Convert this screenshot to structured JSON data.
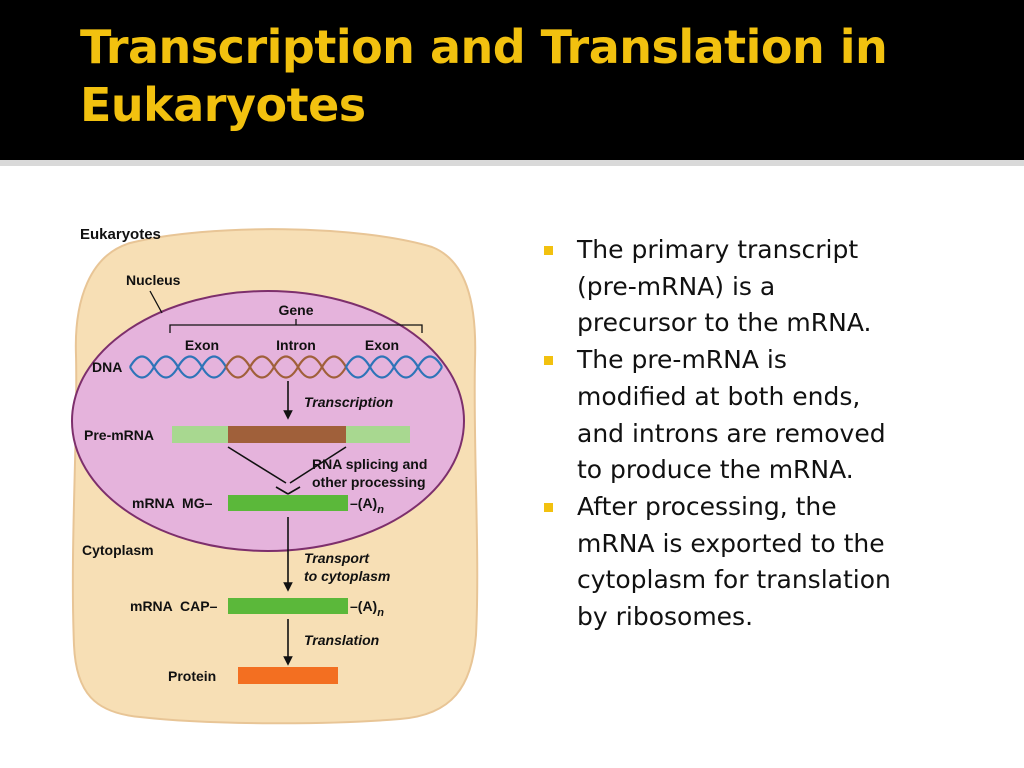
{
  "slide": {
    "title": "Transcription and Translation in Eukaryotes"
  },
  "figure": {
    "panel_label": "Eukaryotes",
    "nucleus_label": "Nucleus",
    "gene_label": "Gene",
    "exon_label_1": "Exon",
    "intron_label": "Intron",
    "exon_label_2": "Exon",
    "dna_label": "DNA",
    "transcription_label": "Transcription",
    "pre_mrna_label": "Pre-mRNA",
    "splicing_label_line1": "RNA splicing and",
    "splicing_label_line2": "other processing",
    "mrna_nuclear_label": "mRNA  MG–",
    "poly_a_1": "–(A)",
    "poly_a_sub_1": "n",
    "cytoplasm_label": "Cytoplasm",
    "transport_label_line1": "Transport",
    "transport_label_line2": "to cytoplasm",
    "mrna_cytoplasm_label": "mRNA  CAP–",
    "poly_a_2": "–(A)",
    "poly_a_sub_2": "n",
    "translation_label": "Translation",
    "protein_label": "Protein"
  },
  "colors": {
    "title_text": "#f2c10f",
    "cell_fill": "#f7dfb5",
    "nucleus_fill": "#e5b3dc",
    "exon_rna": "#a8d890",
    "intron_rna": "#a0603a",
    "mrna": "#5bb83a",
    "protein": "#f36f21",
    "dna_blue": "#2e74b8",
    "dna_brown": "#a0603a"
  },
  "bullets": [
    {
      "text": "The primary transcript\n(pre-mRNA) is a\nprecursor to the mRNA."
    },
    {
      "text": "The pre-mRNA is\nmodified at both ends,\nand introns are removed\nto produce the mRNA."
    },
    {
      "text": "After processing, the\nmRNA is exported to the\ncytoplasm for translation\nby ribosomes."
    }
  ]
}
